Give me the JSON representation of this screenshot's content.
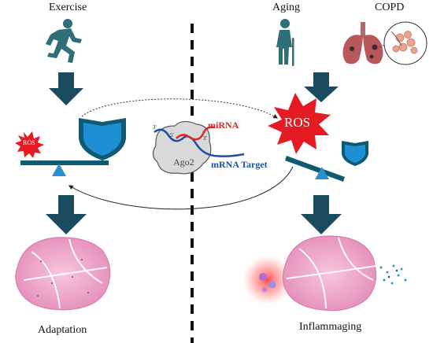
{
  "labels": {
    "exercise": "Exercise",
    "aging": "Aging",
    "copd": "COPD",
    "adaptation": "Adaptation",
    "inflammaging": "Inflammaging"
  },
  "ros": {
    "left": "ROS",
    "right": "ROS"
  },
  "center": {
    "mirna": "miRNA",
    "mrna_target": "mRNA Target",
    "ago2": "Ago2",
    "end_3_left": "3'",
    "end_5": "5'",
    "end_3_right": "3'"
  },
  "colors": {
    "arrow": "#1b4b5f",
    "beam": "#0f5a73",
    "fulcrum": "#2d8fcf",
    "shield": "#1f8fd3",
    "ros_star": "#e51b24",
    "mirna": "#d62a26",
    "mrna": "#1f4fa0",
    "figure": "#2f6f78",
    "tissue": "#e9a2c7",
    "inflammation": "#ff5a5a"
  },
  "icons": [
    "runner-icon",
    "elderly-person-icon",
    "lungs-icon",
    "shield-icon",
    "ros-burst-icon",
    "seesaw-icon",
    "muscle-tissue-icon"
  ]
}
